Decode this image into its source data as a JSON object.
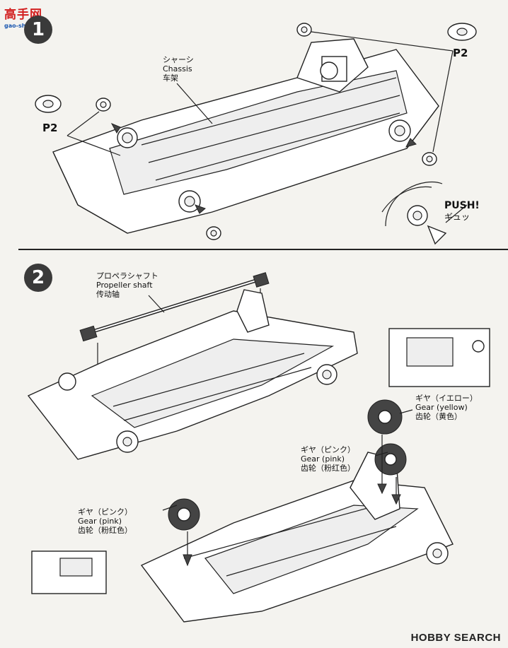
{
  "watermark": {
    "site_cn": "高手网",
    "site_url": "gao-shou.com",
    "brand": "HOBBY SEARCH"
  },
  "steps": [
    {
      "number": "1",
      "labels": {
        "chassis_jp": "シャーシ",
        "chassis_en": "Chassis",
        "chassis_cn": "车架",
        "p2_left": "P2",
        "p2_right": "P2",
        "push_en": "PUSH!",
        "push_jp": "ギュッ"
      }
    },
    {
      "number": "2",
      "labels": {
        "shaft_jp": "プロペラシャフト",
        "shaft_en": "Propeller shaft",
        "shaft_cn": "传动轴",
        "gear_yellow_jp": "ギヤ（イエロー）",
        "gear_yellow_en": "Gear (yellow)",
        "gear_yellow_cn": "齿轮（黄色）",
        "gear_pink1_jp": "ギヤ（ピンク）",
        "gear_pink1_en": "Gear (pink)",
        "gear_pink1_cn": "齿轮（粉红色）",
        "gear_pink2_jp": "ギヤ（ピンク）",
        "gear_pink2_en": "Gear (pink)",
        "gear_pink2_cn": "齿轮（粉红色）"
      }
    }
  ]
}
